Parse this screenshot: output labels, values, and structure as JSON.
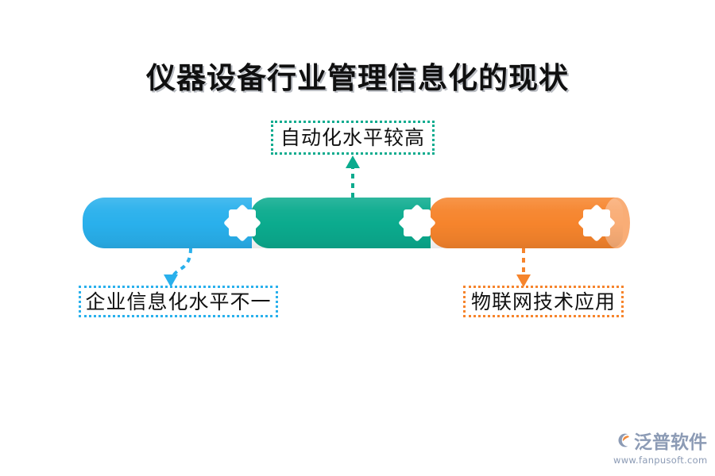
{
  "page": {
    "title": "仪器设备行业管理信息化的现状",
    "background": "#ffffff"
  },
  "colors": {
    "segment_blue": "#29b0ec",
    "segment_teal": "#0bab8e",
    "segment_orange": "#f6842c",
    "cap_light_orange": "#f9ad76",
    "title_text": "#101010",
    "title_shadow": "#b9bcc2",
    "watermark": "#8c9bb5",
    "watermark_accent": "#f08a3c"
  },
  "bar": {
    "name": "process-cylinder-bar",
    "segments": [
      {
        "id": "blue",
        "color": "#29b0ec",
        "icon": "burst-star-icon"
      },
      {
        "id": "teal",
        "color": "#0bab8e",
        "icon": "burst-star-icon"
      },
      {
        "id": "orange",
        "color": "#f6842c",
        "icon": "burst-star-icon"
      }
    ]
  },
  "labels": {
    "top": {
      "text": "自动化水平较高",
      "border_color": "#0bab8e",
      "connector": "curved-dotted-arrow-up"
    },
    "left": {
      "text": "企业信息化水平不一",
      "border_color": "#29b0ec",
      "connector": "curved-dotted-arrow-down"
    },
    "right": {
      "text": "物联网技术应用",
      "border_color": "#f6842c",
      "connector": "straight-dotted-arrow-down"
    }
  },
  "watermark": {
    "brand": "泛普软件",
    "url": "www.fanpusoft.com"
  }
}
